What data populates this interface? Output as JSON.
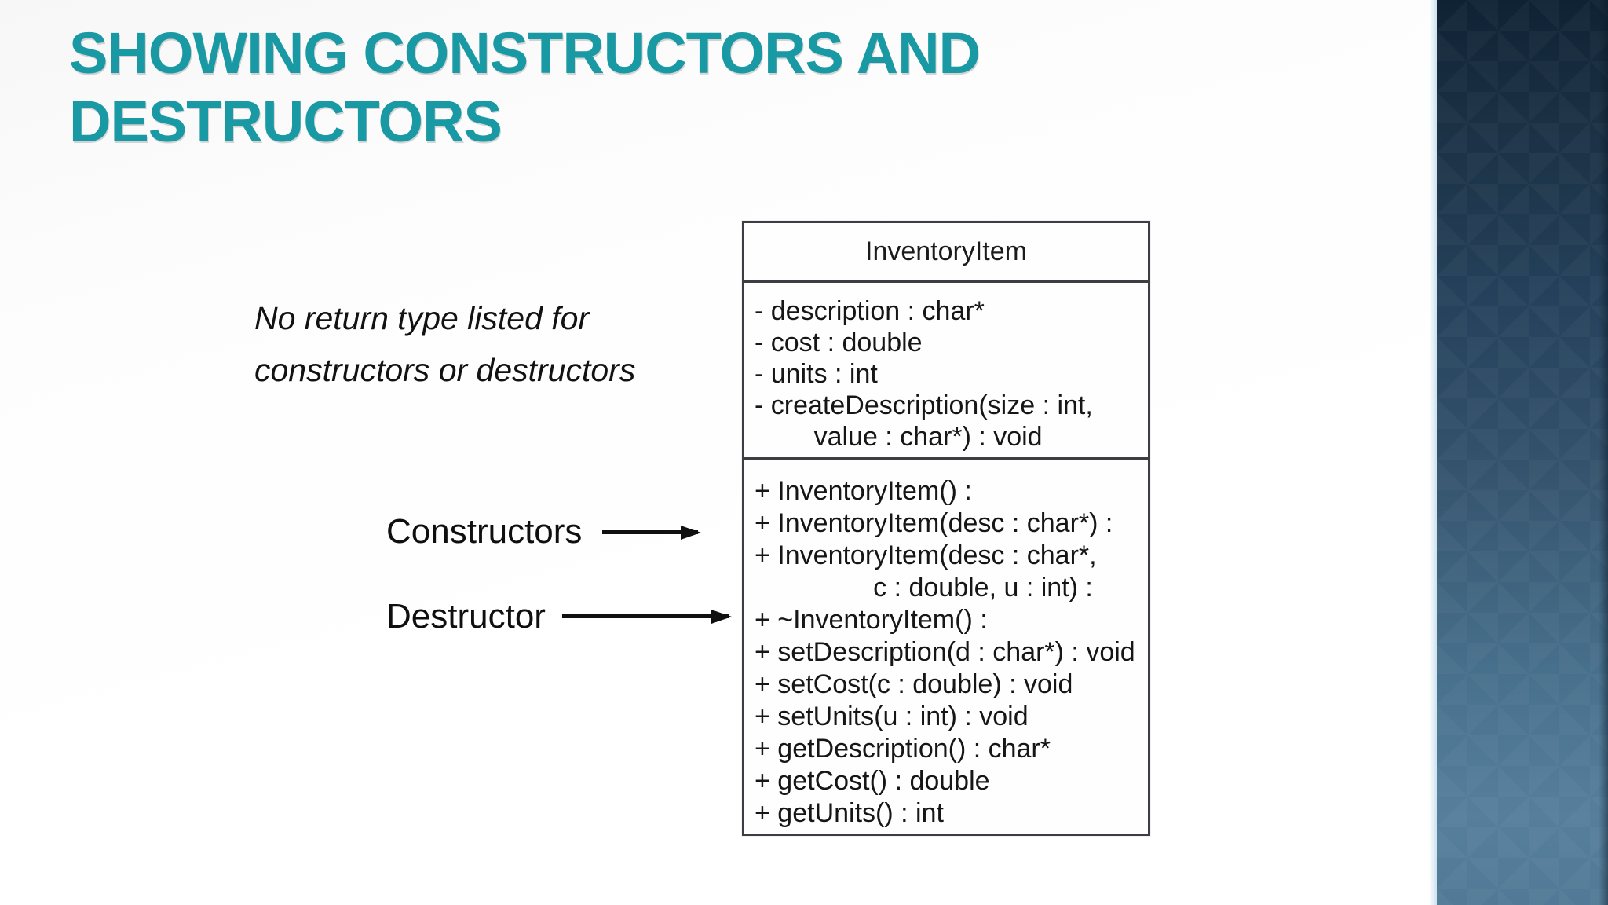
{
  "slide": {
    "title": {
      "line1": "SHOWING CONSTRUCTORS AND",
      "line2": "DESTRUCTORS"
    },
    "note": {
      "line1": "No return type listed for",
      "line2": "constructors or destructors"
    },
    "callouts": {
      "constructors_label": "Constructors",
      "destructor_label": "Destructor"
    }
  },
  "uml_class": {
    "name": "InventoryItem",
    "attributes": [
      "- description : char*",
      "- cost : double",
      "- units : int",
      "- createDescription(size : int,",
      "        value : char*) : void"
    ],
    "methods": [
      "+ InventoryItem() :",
      "+ InventoryItem(desc : char*) :",
      "+ InventoryItem(desc : char*,",
      "                c : double, u : int) :",
      "+ ~InventoryItem() :",
      "+ setDescription(d : char*) : void",
      "+ setCost(c : double) : void",
      "+ setUnits(u : int) : void",
      "+ getDescription() : char*",
      "+ getCost() : double",
      "+ getUnits() : int"
    ]
  },
  "colors": {
    "title_teal": "#1999a3",
    "band_top": "#0f2234",
    "band_bottom": "#527a96",
    "diagram_border": "#3d3d44",
    "arrow_black": "#101010"
  }
}
